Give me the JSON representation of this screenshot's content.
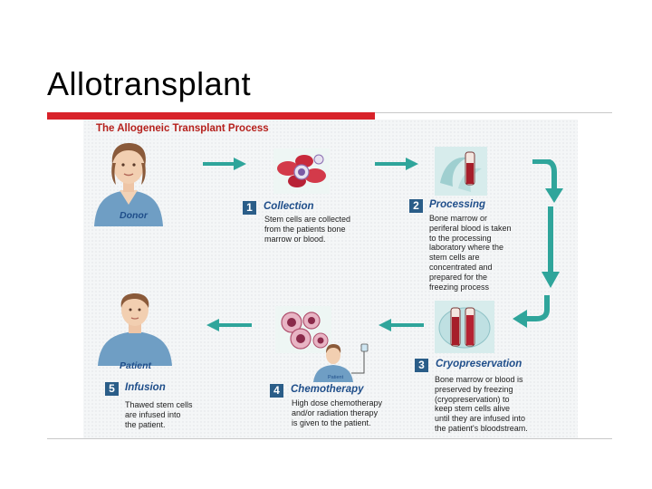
{
  "slide": {
    "title": "Allotransplant"
  },
  "figure": {
    "title": "The Allogeneic Transplant Process",
    "donor_label": "Donor",
    "patient_label": "Patient",
    "small_patient_label": "Patient",
    "steps": [
      {
        "number": "1",
        "title": "Collection",
        "desc": "Stem cells are collected\nfrom the patients bone\nmarrow or blood."
      },
      {
        "number": "2",
        "title": "Processing",
        "desc": "Bone marrow or\nperiferal blood is taken\nto the processing\nlaboratory where the\nstem cells are\nconcentrated and\nprepared for the\nfreezing process"
      },
      {
        "number": "3",
        "title": "Cryopreservation",
        "desc": "Bone marrow or blood is\npreserved by freezing\n(cryopreservation) to\nkeep stem cells alive\nuntil they are infused into\nthe patient's bloodstream."
      },
      {
        "number": "4",
        "title": "Chemotherapy",
        "desc": "High dose chemotherapy\nand/or radiation therapy\nis given to the patient."
      },
      {
        "number": "5",
        "title": "Infusion",
        "desc": "Thawed stem cells\nare infused into\nthe patient."
      }
    ]
  },
  "colors": {
    "accent_red": "#d8222a",
    "step_blue": "#1f4e8a",
    "arrow_teal": "#2fa59b",
    "title_red": "#b5201c"
  }
}
